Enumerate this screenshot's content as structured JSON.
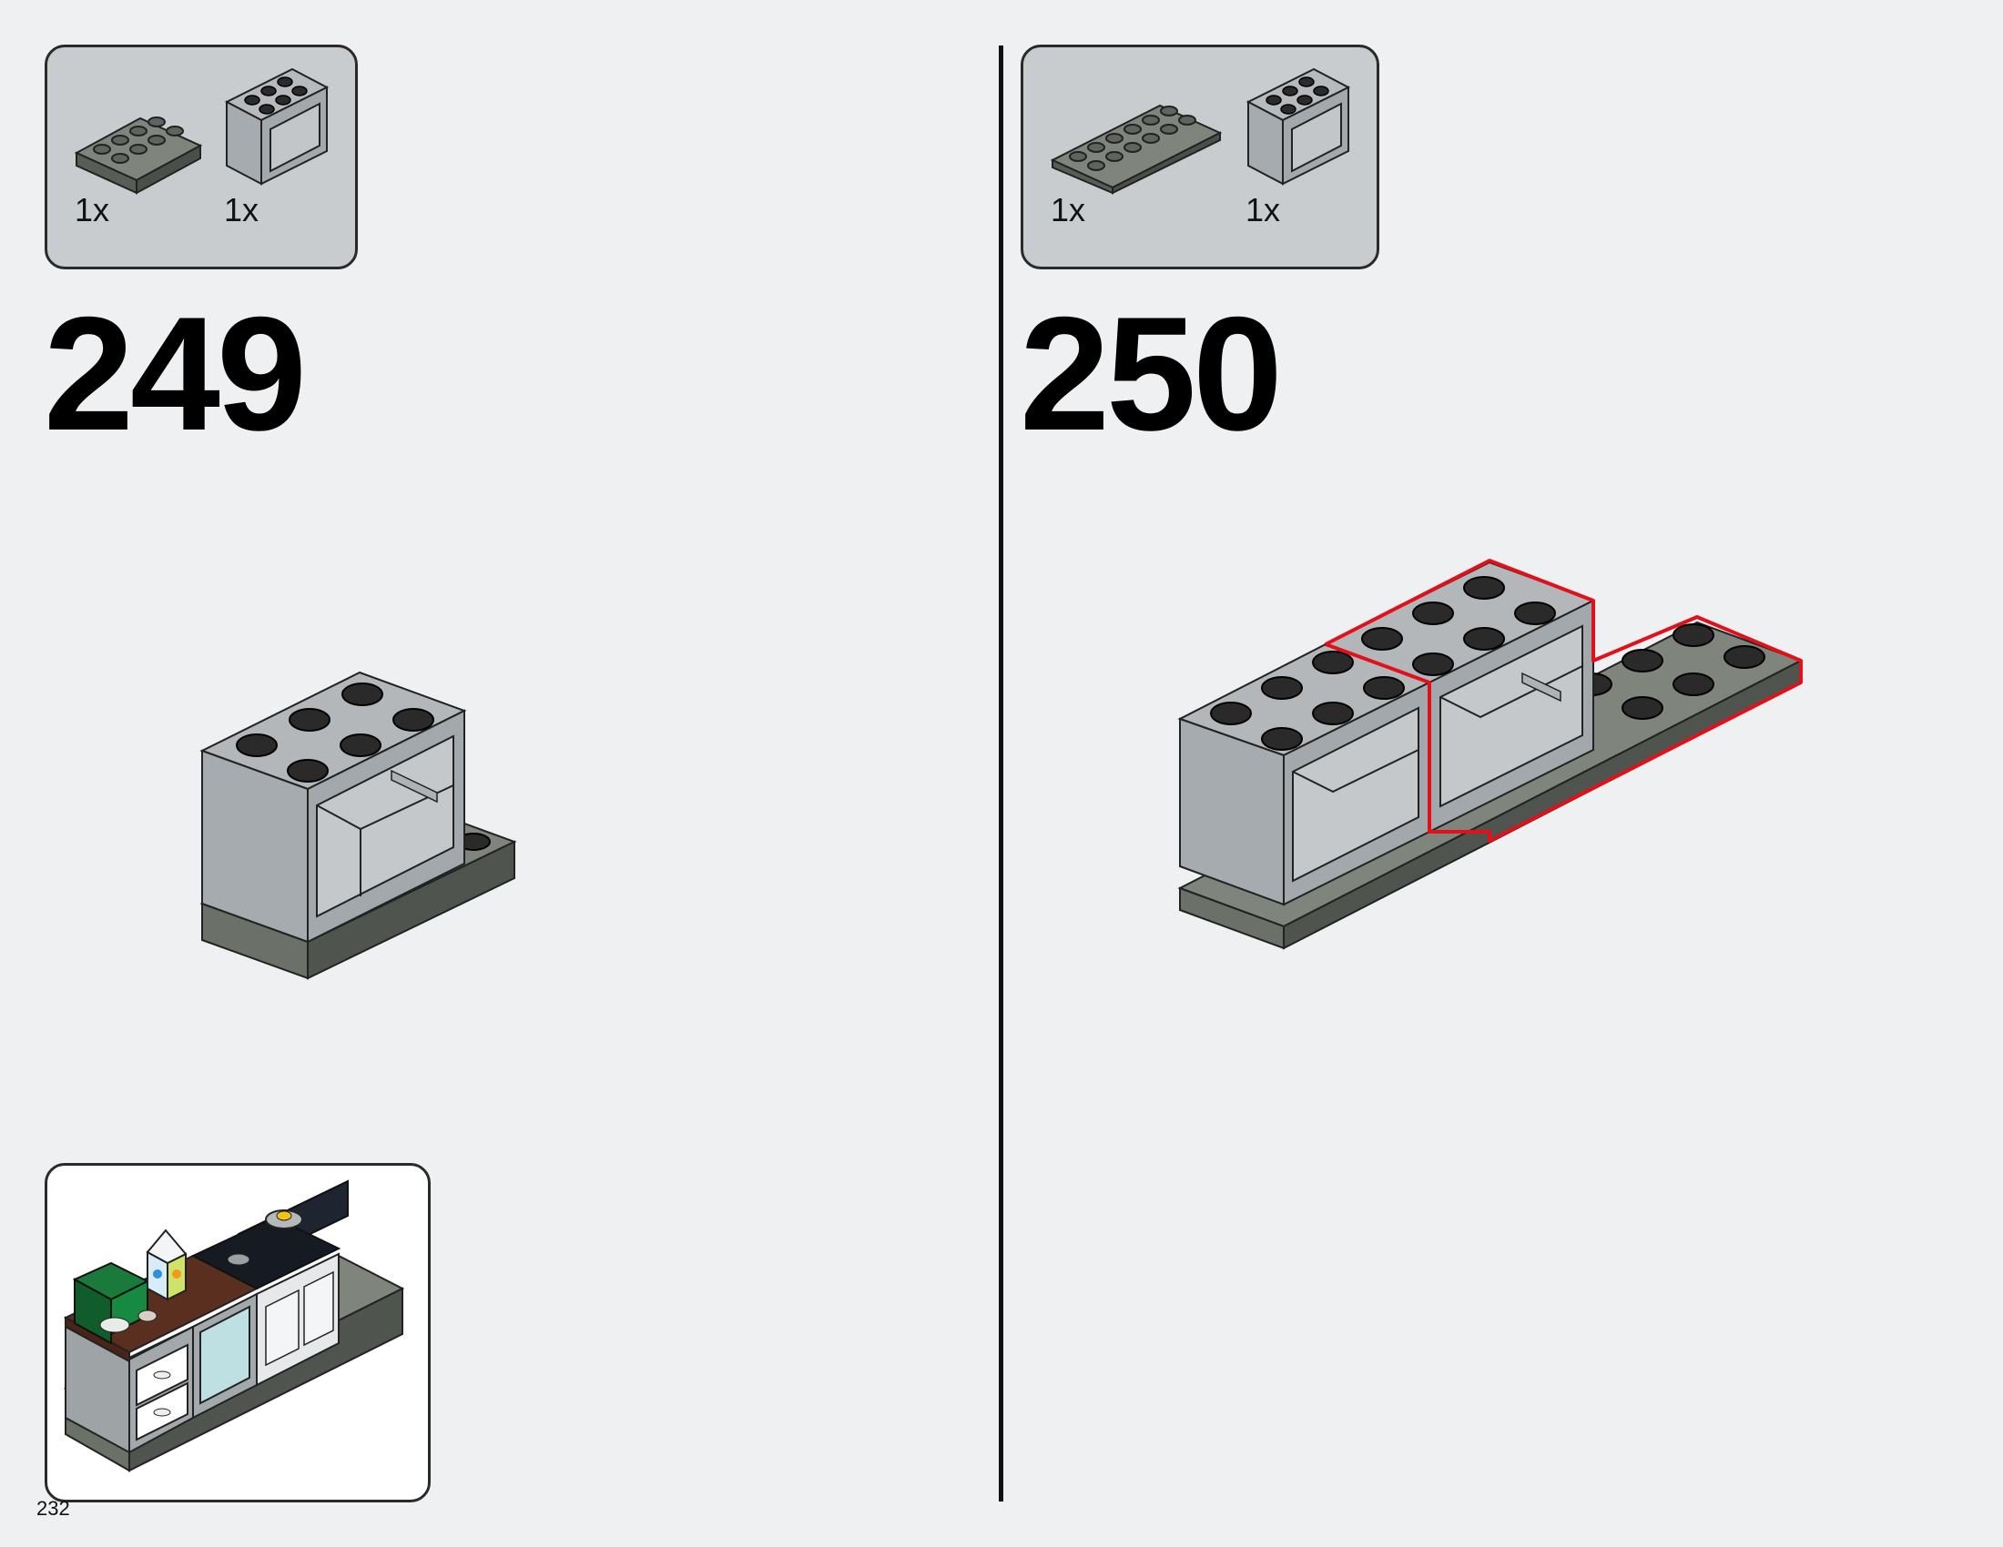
{
  "page_number": "232",
  "steps": [
    {
      "number": "249",
      "parts": [
        {
          "icon": "plate-2x4-dark-gray-icon",
          "quantity": "1x",
          "color": "#636a62"
        },
        {
          "icon": "cupboard-2x3x2-light-gray-icon",
          "quantity": "1x",
          "color": "#a3a8ac"
        }
      ]
    },
    {
      "number": "250",
      "parts": [
        {
          "icon": "plate-2x6-dark-gray-icon",
          "quantity": "1x",
          "color": "#636a62"
        },
        {
          "icon": "cupboard-2x3x2-light-gray-icon",
          "quantity": "1x",
          "color": "#a3a8ac"
        }
      ]
    }
  ],
  "colors": {
    "background": "#eef0f2",
    "callout_bg": "#c9ccce",
    "light_gray": "#a3a8ac",
    "dark_gray": "#636a62",
    "highlight": "#e3101b"
  }
}
